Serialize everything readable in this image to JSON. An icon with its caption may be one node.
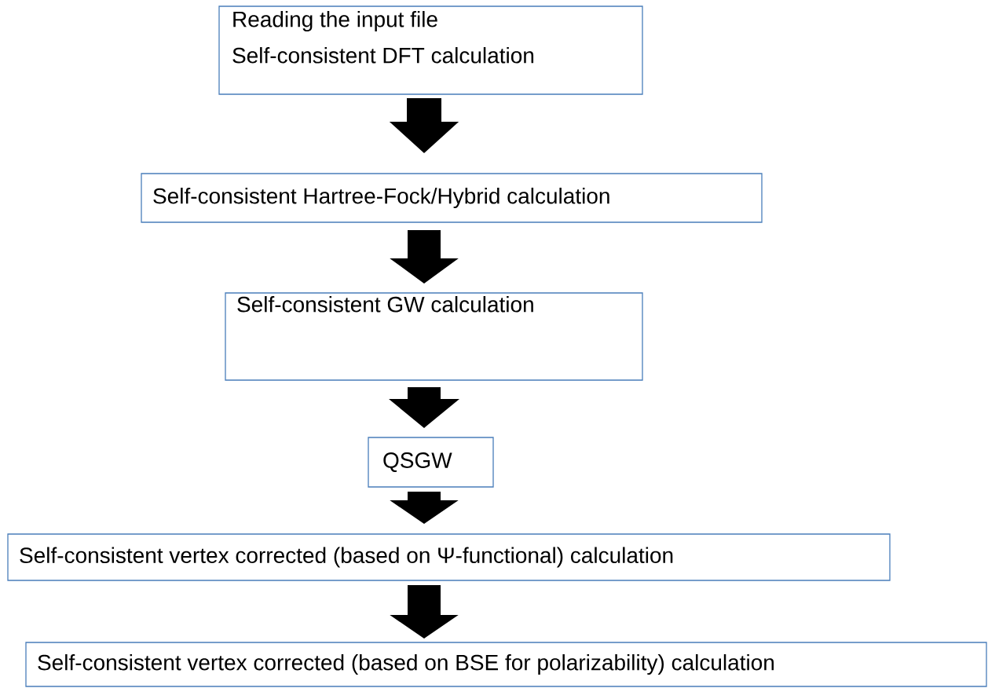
{
  "diagram": {
    "nodes": [
      {
        "text": [
          "Reading the input file",
          "Self-consistent DFT calculation"
        ]
      },
      {
        "text": [
          "Self-consistent Hartree-Fock/Hybrid calculation"
        ]
      },
      {
        "text": [
          "Self-consistent GW calculation"
        ]
      },
      {
        "text": [
          "QSGW"
        ]
      },
      {
        "text": [
          "Self-consistent vertex corrected (based on Ψ-functional) calculation"
        ]
      },
      {
        "text": [
          "Self-consistent vertex corrected (based on BSE for polarizability) calculation"
        ]
      }
    ],
    "edges": [
      {
        "from": 0,
        "to": 1,
        "arrow": "to"
      },
      {
        "from": 1,
        "to": 2,
        "arrow": "to"
      },
      {
        "from": 2,
        "to": 3,
        "arrow": "to"
      },
      {
        "from": 3,
        "to": 4,
        "arrow": "to"
      },
      {
        "from": 4,
        "to": 5,
        "arrow": "to"
      }
    ]
  }
}
